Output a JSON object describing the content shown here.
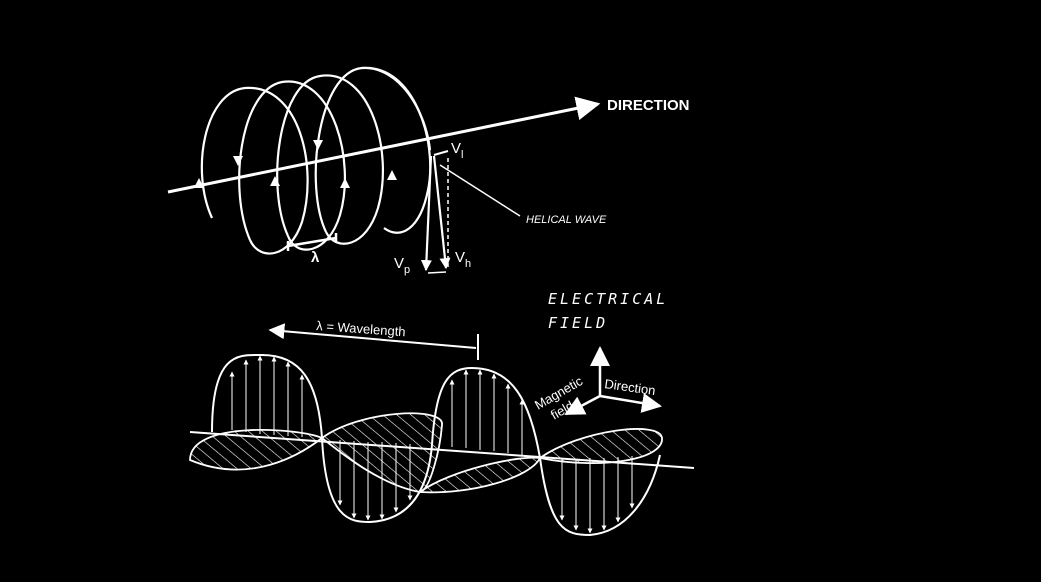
{
  "colors": {
    "background": "#000000",
    "ink": "#ffffff"
  },
  "helical": {
    "direction_label": "DIRECTION",
    "vl_label": "V",
    "vl_sub": "l",
    "vp_label": "V",
    "vp_sub": "p",
    "vh_label": "V",
    "vh_sub": "h",
    "helical_wave_label": "HELICAL WAVE",
    "lambda_label": "λ"
  },
  "em": {
    "wavelength_label": "λ = Wavelength",
    "electrical_line1": "ELECTRICAL",
    "electrical_line2": "FIELD",
    "magnetic_line1": "Magnetic",
    "magnetic_line2": "field",
    "direction_label": "Direction"
  }
}
